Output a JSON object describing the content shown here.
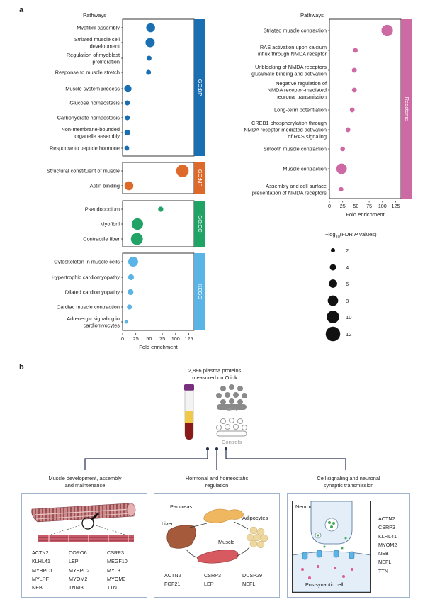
{
  "panel_a_letter": "a",
  "panel_b_letter": "b",
  "chart_data": [
    {
      "type": "scatter",
      "header": "Pathways",
      "xlabel": "Fold enrichment",
      "xticks": [
        0,
        25,
        50,
        75,
        100,
        125
      ],
      "xlim": [
        0,
        135
      ],
      "groups": [
        {
          "name": "GO:BP",
          "color": "#1a6fb3",
          "terms": [
            {
              "label": [
                "Myofibril assembly"
              ],
              "fold": 53,
              "logp": 6.5
            },
            {
              "label": [
                "Striated muscle cell",
                "development"
              ],
              "fold": 52,
              "logp": 6.8
            },
            {
              "label": [
                "Regulation of myoblast",
                "proliferation"
              ],
              "fold": 50,
              "logp": 2.6
            },
            {
              "label": [
                "Response to muscle stretch"
              ],
              "fold": 49,
              "logp": 2.6
            },
            {
              "label": [
                "Muscle system process"
              ],
              "fold": 10,
              "logp": 5.0
            },
            {
              "label": [
                "Glucose homeostasis"
              ],
              "fold": 9,
              "logp": 2.7
            },
            {
              "label": [
                "Carbohydrate homeostasis"
              ],
              "fold": 9,
              "logp": 2.7
            },
            {
              "label": [
                "Non-membrane-bounded",
                "organelle assembly"
              ],
              "fold": 9,
              "logp": 3.5
            },
            {
              "label": [
                "Response to peptide hormone"
              ],
              "fold": 8,
              "logp": 2.5
            }
          ]
        },
        {
          "name": "GO:MF",
          "color": "#dd6a2a",
          "terms": [
            {
              "label": [
                "Structural constituent of muscle"
              ],
              "fold": 113,
              "logp": 10.0
            },
            {
              "label": [
                "Actin binding"
              ],
              "fold": 12,
              "logp": 6.5
            }
          ]
        },
        {
          "name": "GO:CC",
          "color": "#21a366",
          "terms": [
            {
              "label": [
                "Pseudopodium"
              ],
              "fold": 72,
              "logp": 2.8
            },
            {
              "label": [
                "Myofibril"
              ],
              "fold": 28,
              "logp": 9.0
            },
            {
              "label": [
                "Contractile fiber"
              ],
              "fold": 27,
              "logp": 9.5
            }
          ]
        },
        {
          "name": "KEGG",
          "color": "#5ab4e5",
          "terms": [
            {
              "label": [
                "Cytoskeleton in muscle cells"
              ],
              "fold": 20,
              "logp": 7.5
            },
            {
              "label": [
                "Hypertrophic cardiomyopathy"
              ],
              "fold": 16,
              "logp": 3.5
            },
            {
              "label": [
                "Dilated cardiomyopathy"
              ],
              "fold": 15,
              "logp": 3.5
            },
            {
              "label": [
                "Cardiac muscle contraction"
              ],
              "fold": 13,
              "logp": 2.8
            },
            {
              "label": [
                "Adrenergic signaling in",
                "cardiomyocytes"
              ],
              "fold": 7,
              "logp": 1.2
            }
          ]
        }
      ]
    },
    {
      "type": "scatter",
      "header": "Pathways",
      "xlabel": "Fold enrichment",
      "xticks": [
        0,
        25,
        50,
        75,
        100,
        125
      ],
      "xlim": [
        0,
        135
      ],
      "groups": [
        {
          "name": "Reactome",
          "color": "#cd6aa4",
          "terms": [
            {
              "label": [
                "Striated muscle contraction"
              ],
              "fold": 109,
              "logp": 9.0
            },
            {
              "label": [
                "RAS activation upon calcium",
                "influx through NMDA receptor"
              ],
              "fold": 49,
              "logp": 2.5
            },
            {
              "label": [
                "Unblocking of NMDA receptors",
                "glutamate binding and activation"
              ],
              "fold": 47,
              "logp": 2.5
            },
            {
              "label": [
                "Negative regulation of",
                "NMDA receptor-mediated",
                "neuronal transmission"
              ],
              "fold": 47,
              "logp": 2.5
            },
            {
              "label": [
                "Long-term potentiation"
              ],
              "fold": 43,
              "logp": 2.5
            },
            {
              "label": [
                "CREB1 phosphorylation through",
                "NMDA receptor-mediated activation",
                "of RAS signaling"
              ],
              "fold": 35,
              "logp": 2.5
            },
            {
              "label": [
                "Smooth muscle contraction"
              ],
              "fold": 25,
              "logp": 2.3
            },
            {
              "label": [
                "Muscle contraction"
              ],
              "fold": 23,
              "logp": 8.0
            },
            {
              "label": [
                "Assembly and cell surface",
                "presentation of NMDA receptors"
              ],
              "fold": 22,
              "logp": 2.3
            }
          ]
        }
      ]
    }
  ],
  "size_legend": {
    "title_prefix": "−log",
    "title_sub": "10",
    "title_mid": "(FDR ",
    "title_italic": "P",
    "title_suffix": " values)",
    "values": [
      "2",
      "4",
      "6",
      "8",
      "10",
      "12"
    ]
  },
  "panel_b": {
    "title": [
      "2,886 plasma proteins",
      "measured on Olink"
    ],
    "group_als": "ALS",
    "group_controls": "Controls",
    "categories": [
      {
        "title": [
          "Muscle development, assembly",
          "and maintenance"
        ]
      },
      {
        "title": [
          "Hormonal and homeostatic",
          "regulation"
        ]
      },
      {
        "title": [
          "Cell signaling and neuronal",
          "synaptic transmission"
        ]
      }
    ],
    "muscle_genes": [
      [
        "ACTN2",
        "KLHL41",
        "MYBPC1",
        "MYLPF",
        "NEB"
      ],
      [
        "CORO6",
        "LEP",
        "MYBPC2",
        "MYOM2",
        "TNNI3"
      ],
      [
        "CSRP3",
        "MEGF10",
        "MYL3",
        "MYOM3",
        "TTN"
      ]
    ],
    "organ_labels": {
      "pancreas": "Pancreas",
      "adipocytes": "Adipocytes",
      "liver": "Liver",
      "muscle": "Muscle"
    },
    "hormonal_genes": [
      [
        "ACTN2",
        "FGF21"
      ],
      [
        "CSRP3",
        "LEP"
      ],
      [
        "DUSP29",
        "NEFL"
      ]
    ],
    "neuron_label": "Neuron",
    "postsynaptic_label": "Postsynaptic cell",
    "signaling_genes": [
      "ACTN2",
      "CSRP3",
      "KLHL41",
      "MYOM2",
      "NEB",
      "NEFL",
      "TTN"
    ]
  }
}
